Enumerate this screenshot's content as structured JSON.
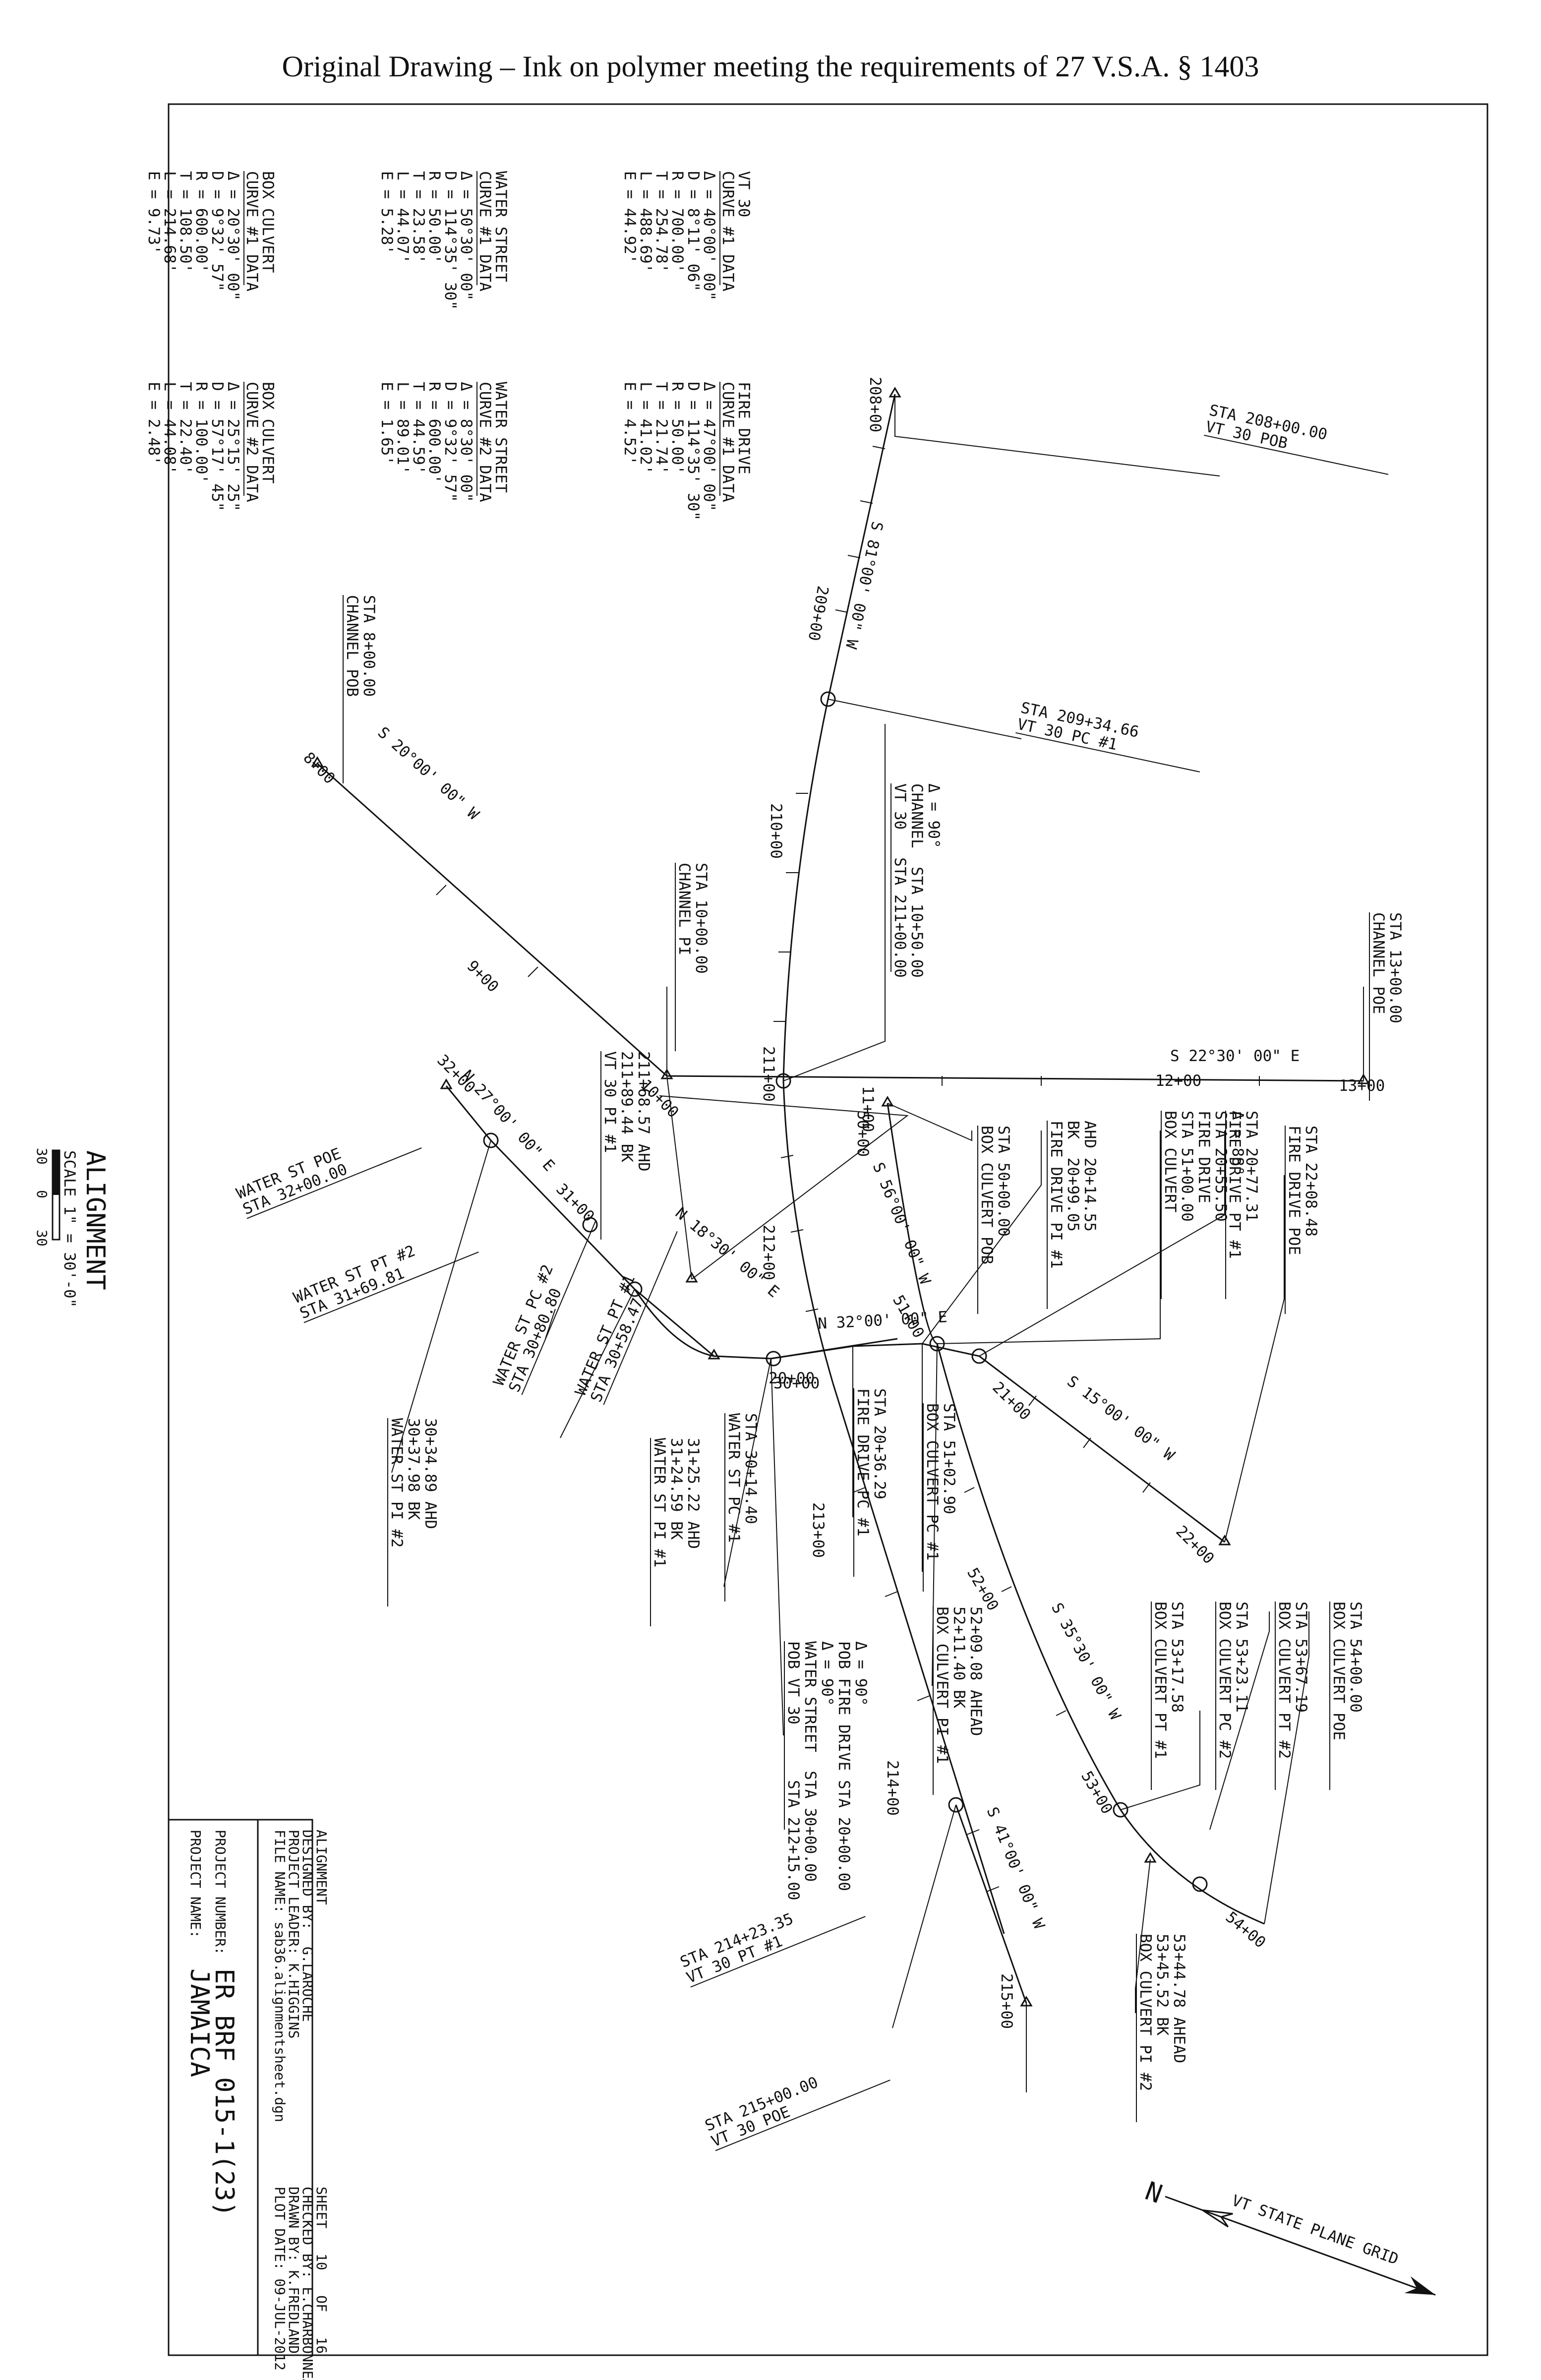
{
  "header": "Original Drawing – Ink on polymer meeting the requirements of 27 V.S.A. § 1403",
  "curve_tables": [
    {
      "id": "vt30c1",
      "title": "VT 30",
      "sub": "CURVE #1 DATA",
      "rows": [
        "Δ = 40°00' 00\"",
        "D = 8°11' 06\"",
        "R = 700.00'",
        "T = 254.78'",
        "L = 488.69'",
        "E = 44.92'"
      ]
    },
    {
      "id": "fdc1",
      "title": "FIRE DRIVE",
      "sub": "CURVE #1 DATA",
      "rows": [
        "Δ = 47°00' 00\"",
        "D = 114°35' 30\"",
        "R = 50.00'",
        "T = 21.74'",
        "L = 41.02'",
        "E = 4.52'"
      ]
    },
    {
      "id": "wsc1",
      "title": "WATER STREET",
      "sub": "CURVE #1 DATA",
      "rows": [
        "Δ = 50°30' 00\"",
        "D = 114°35' 30\"",
        "R = 50.00'",
        "T = 23.58'",
        "L = 44.07'",
        "E = 5.28'"
      ]
    },
    {
      "id": "wsc2",
      "title": "WATER STREET",
      "sub": "CURVE #2 DATA",
      "rows": [
        "Δ = 8°30' 00\"",
        "D = 9°32' 57\"",
        "R = 600.00'",
        "T = 44.59'",
        "L = 89.01'",
        "E = 1.65'"
      ]
    },
    {
      "id": "bcc1",
      "title": "BOX CULVERT",
      "sub": "CURVE #1 DATA",
      "rows": [
        "Δ = 20°30' 00\"",
        "D = 9°32' 57\"",
        "R = 600.00'",
        "T = 108.50'",
        "L = 214.68'",
        "E = 9.73'"
      ]
    },
    {
      "id": "bcc2",
      "title": "BOX CULVERT",
      "sub": "CURVE #2 DATA",
      "rows": [
        "Δ = 25°15' 25\"",
        "D = 57°17' 45\"",
        "R = 100.00'",
        "T = 22.40'",
        "L = 44.08'",
        "E = 2.48'"
      ]
    }
  ],
  "labels": {
    "vt30_pob": [
      "VT 30 POB",
      "STA 208+00.00"
    ],
    "vt30_pc1": [
      "VT 30 PC #1",
      "STA 209+34.66"
    ],
    "vt30_center": [
      "VT 30   STA 211+00.00",
      "CHANNEL  STA 10+50.00",
      "Δ = 90°"
    ],
    "channel_pob": [
      "CHANNEL POB",
      "STA 8+00.00"
    ],
    "channel_pi": [
      "CHANNEL PI",
      "STA 10+00.00"
    ],
    "channel_poe": [
      "CHANNEL POE",
      "STA 13+00.00"
    ],
    "vt30_pi1_bk": [
      "VT 30 PI #1",
      "211+89.44 BK",
      "211+68.57 AHD"
    ],
    "fire_drive_poe": [
      "FIRE DRIVE POE",
      "STA 22+08.48"
    ],
    "fire_drive_pt1": [
      "FIRE DRIVE PT #1",
      "STA 20+77.31"
    ],
    "box_culvert_51": [
      "BOX CULVERT",
      "STA 51+00.00",
      "FIRE DRIVE",
      "STA 20+55.50",
      "Δ = 88°"
    ],
    "fire_drive_pi1": [
      "FIRE DRIVE PI #1",
      "BK  20+99.05",
      "AHD 20+14.55"
    ],
    "box_culvert_pob": [
      "BOX CULVERT POB",
      "STA 50+00.00"
    ],
    "box_culvert_pc1": [
      "BOX CULVERT PC #1",
      "STA 51+02.90"
    ],
    "fire_drive_pc1": [
      "FIRE DRIVE PC #1",
      "STA 20+36.29"
    ],
    "water_st_pc1": [
      "WATER ST PC #1",
      "STA 30+14.40"
    ],
    "water_st_pi1": [
      "WATER ST PI #1",
      "31+24.59 BK",
      "31+25.22 AHD"
    ],
    "water_st_pc2": [
      "STA 30+80.80",
      "WATER ST PC #2"
    ],
    "water_st_pt1": [
      "STA 30+58.47",
      "WATER ST PT #1"
    ],
    "water_st_pi2": [
      "WATER ST PI #2",
      "30+37.98 BK",
      "30+34.89 AHD"
    ],
    "water_st_poe": [
      "STA 32+00.00",
      "WATER ST POE"
    ],
    "water_st_pt2": [
      "STA 31+69.81",
      "WATER ST PT #2"
    ],
    "pob_vt30": [
      "POB VT 30      STA 212+15.00",
      "WATER STREET  STA 30+00.00",
      "Δ = 90°",
      "POB FIRE DRIVE STA 20+00.00",
      "Δ = 90°"
    ],
    "box_culvert_pi1": [
      "BOX CULVERT PI #1",
      "52+11.40 BK",
      "52+09.08 AHEAD"
    ],
    "box_culvert_poe": [
      "BOX CULVERT POE",
      "STA 54+00.00"
    ],
    "box_culvert_pt2": [
      "BOX CULVERT PT #2",
      "STA 53+67.19"
    ],
    "box_culvert_pc2": [
      "BOX CULVERT PC #2",
      "STA 53+23.11"
    ],
    "box_culvert_pt1": [
      "BOX CULVERT PT #1",
      "STA 53+17.58"
    ],
    "box_culvert_pi2": [
      "BOX CULVERT PI #2",
      "53+45.52 BK",
      "53+44.78 AHEAD"
    ],
    "vt30_pt1": [
      "VT 30 PT #1",
      "STA 214+23.35"
    ],
    "vt30_poe": [
      "VT 30 POE",
      "STA 215+00.00"
    ]
  },
  "bearings": {
    "b1": "S 81°00' 00\" W",
    "b2": "S 20°00' 00\" W",
    "b3": "S 22°30' 00\" E",
    "b4": "S 56°00' 00\" W",
    "b5": "S 15°00' 00\" W",
    "b6": "N 32°00' 00\" E",
    "b7": "N 18°30' 00\" E",
    "b8": "N 27°00' 00\" E",
    "b9": "S 35°30' 00\" W",
    "b10": "S 41°00' 00\" W"
  },
  "stations": {
    "s208": "208+00",
    "s209": "209+00",
    "s210": "210+00",
    "s211": "211+00",
    "s212": "212+00",
    "s213": "213+00",
    "s214": "214+00",
    "s215": "215+00",
    "c8": "8+00",
    "c9": "9+00",
    "c10": "10+00",
    "c11": "11+00",
    "c12": "12+00",
    "c13": "13+00",
    "w30": "30+00",
    "w31": "31+00",
    "w32": "32+00",
    "f20": "20+00",
    "f21": "21+00",
    "f22": "22+00",
    "bc50": "50+00",
    "bc51": "51+00",
    "bc52": "52+00",
    "bc53": "53+00",
    "bc54": "54+00"
  },
  "alignment": {
    "title": "ALIGNMENT",
    "scale": "SCALE 1\" = 30'-0\"",
    "ticks": [
      "30",
      "0",
      "30"
    ]
  },
  "north": {
    "grid": "VT STATE PLANE GRID",
    "n": "N"
  },
  "title_block": {
    "project_name_label": "PROJECT NAME:",
    "project_name": "JAMAICA",
    "project_number_label": "PROJECT NUMBER:",
    "project_number": "ER BRF 015-1(23)",
    "file_name": "FILE NAME: sab36.alignmentsheet.dgn",
    "plot_date": "PLOT DATE: 09-JUL-2012",
    "project_leader": "PROJECT LEADER: K.HIGGINS",
    "drawn_by": "DRAWN BY: K.FREDLAND",
    "designed_by": "DESIGNED BY:  G.LAROCHE",
    "checked_by": "CHECKED BY: E.CHARBONNEAU",
    "sheet_desc": "ALIGNMENT",
    "sheet": "SHEET   10   OF   16"
  }
}
